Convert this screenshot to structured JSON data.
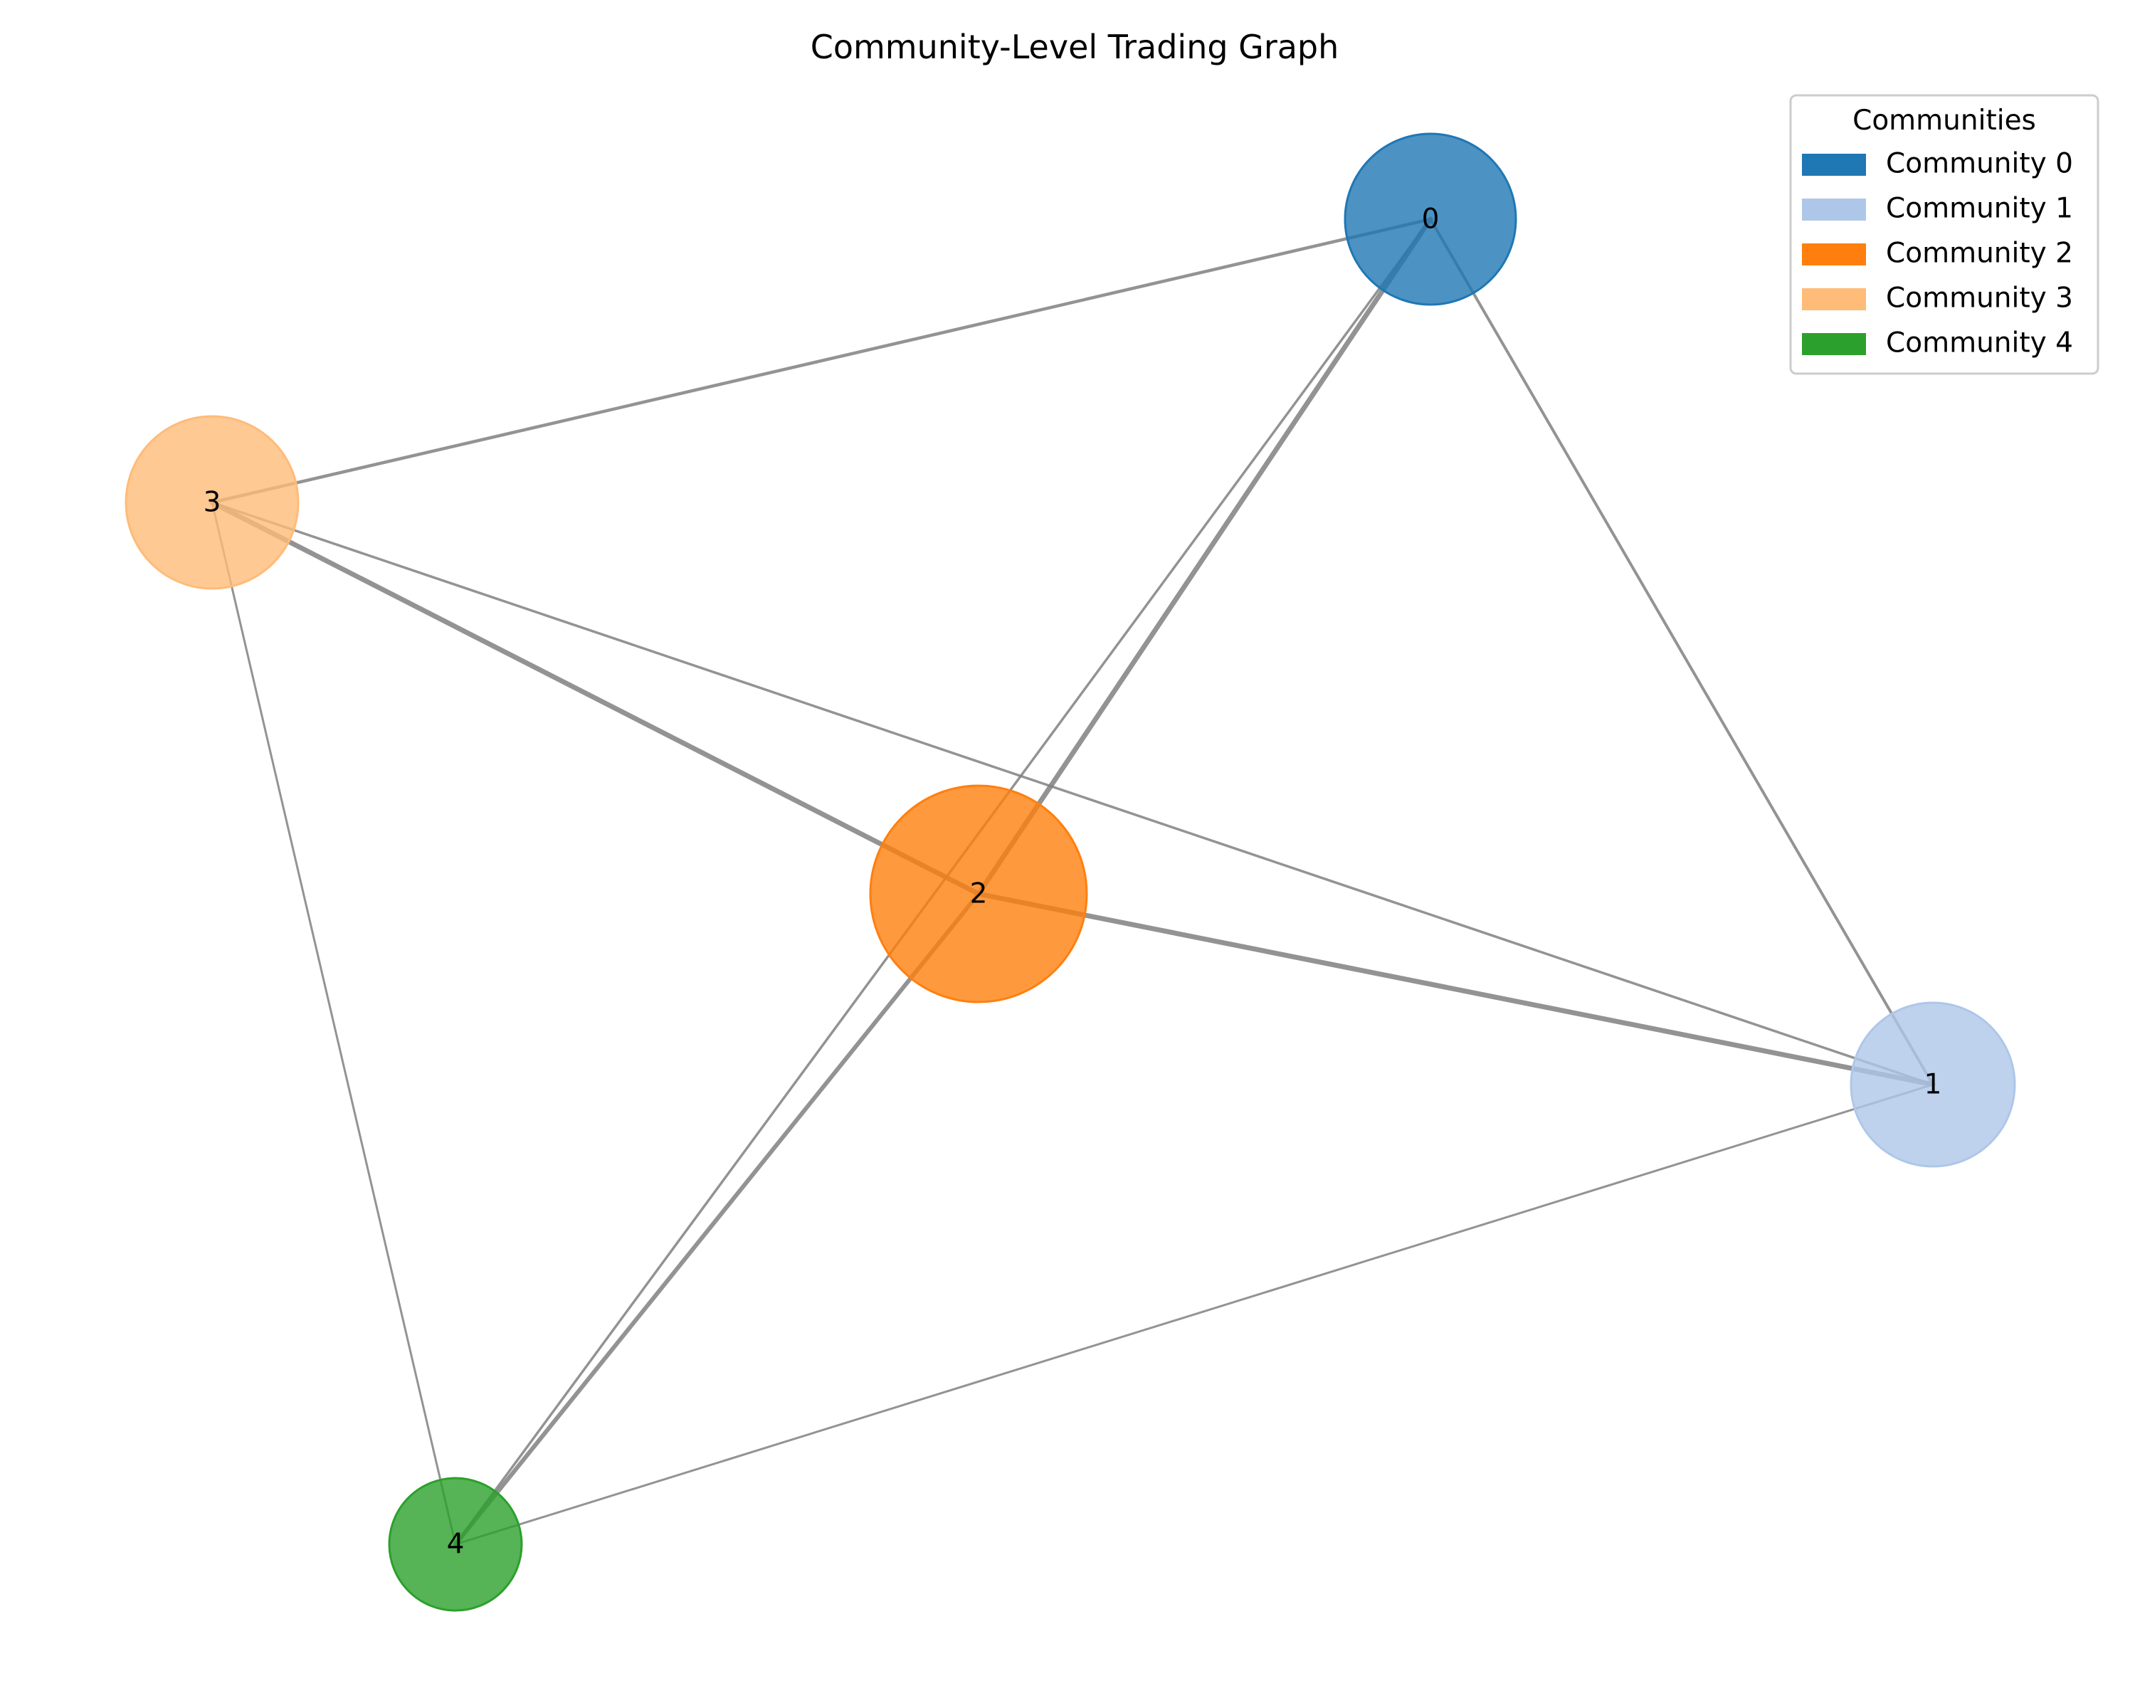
{
  "title": "Community-Level Trading Graph",
  "legend": {
    "title": "Communities",
    "items": [
      {
        "label": "Community 0",
        "color": "#1f77b4"
      },
      {
        "label": "Community 1",
        "color": "#aec7e8"
      },
      {
        "label": "Community 2",
        "color": "#ff7f0e"
      },
      {
        "label": "Community 3",
        "color": "#ffbb78"
      },
      {
        "label": "Community 4",
        "color": "#2ca02c"
      }
    ]
  },
  "nodes": [
    {
      "id": "0",
      "label": "0",
      "color": "#1f77b4"
    },
    {
      "id": "1",
      "label": "1",
      "color": "#aec7e8"
    },
    {
      "id": "2",
      "label": "2",
      "color": "#ff7f0e"
    },
    {
      "id": "3",
      "label": "3",
      "color": "#ffbb78"
    },
    {
      "id": "4",
      "label": "4",
      "color": "#2ca02c"
    }
  ],
  "edges": [
    {
      "source": "3",
      "target": "0"
    },
    {
      "source": "0",
      "target": "1"
    },
    {
      "source": "2",
      "target": "0"
    },
    {
      "source": "0",
      "target": "4"
    },
    {
      "source": "3",
      "target": "2"
    },
    {
      "source": "3",
      "target": "1"
    },
    {
      "source": "3",
      "target": "4"
    },
    {
      "source": "2",
      "target": "1"
    },
    {
      "source": "2",
      "target": "4"
    },
    {
      "source": "4",
      "target": "1"
    }
  ],
  "edge_color": "#808080"
}
